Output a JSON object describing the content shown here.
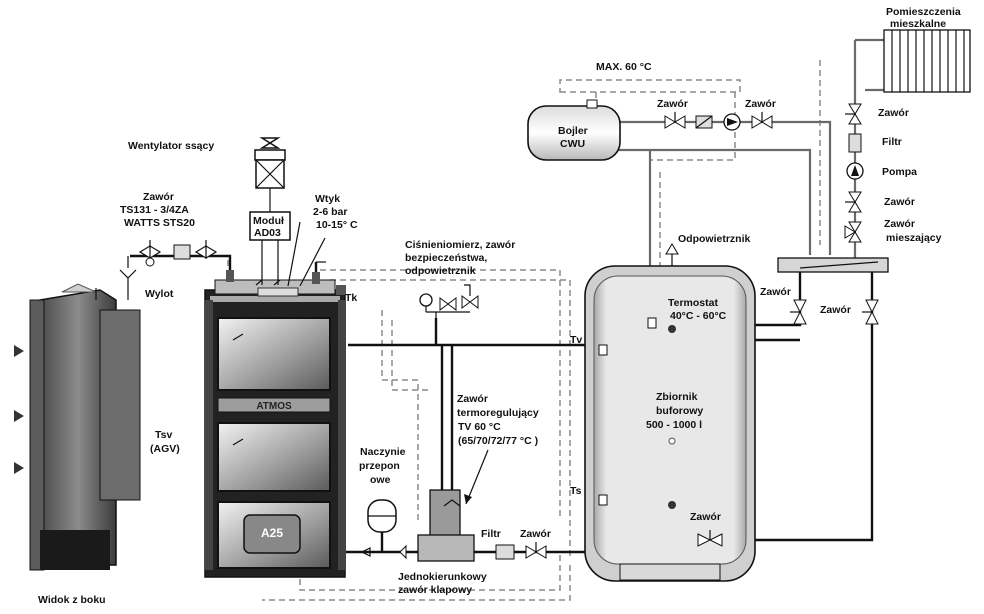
{
  "labels": {
    "rooms": [
      "Pomieszczenia",
      "mieszkalne"
    ],
    "max_temp": "MAX. 60 °C",
    "boiler": [
      "Bojler",
      "CWU"
    ],
    "valve": "Zawór",
    "filter": "Filtr",
    "pump": "Pompa",
    "mixing_valve": [
      "Zawór",
      "mieszający"
    ],
    "fan": "Wentylator ssący",
    "valve_ts": [
      "Zawór",
      "TS131 - 3/4ZA",
      "WATTS STS20"
    ],
    "module": [
      "Moduł",
      "AD03"
    ],
    "inlet": [
      "Wtyk",
      "2-6 bar",
      "10-15° C"
    ],
    "outlet": "Wylot",
    "tk": "Tk",
    "pressure_group": [
      "Ciśnieniomierz, zawór",
      "bezpieczeństwa,",
      "odpowietrznik"
    ],
    "air_vent": "Odpowietrznik",
    "thermostat": [
      "Termostat",
      "40°C - 60°C"
    ],
    "tv": "Tv",
    "ts": "Ts",
    "tank": [
      "Zbiornik",
      "buforowy",
      "500 - 1000 l"
    ],
    "tsv": [
      "Tsv",
      "(AGV)"
    ],
    "expansion": [
      "Naczynie",
      "przepon",
      "owe"
    ],
    "thermo_valve": [
      "Zawór",
      "termoregulujący",
      "TV 60 °C",
      "(65/70/72/77 °C )"
    ],
    "check_valve": [
      "Jednokierunkowy",
      "zawór klapowy"
    ],
    "side_view": "Widok z boku",
    "boiler_brand": "ATMOS",
    "boiler_model": "A25"
  }
}
